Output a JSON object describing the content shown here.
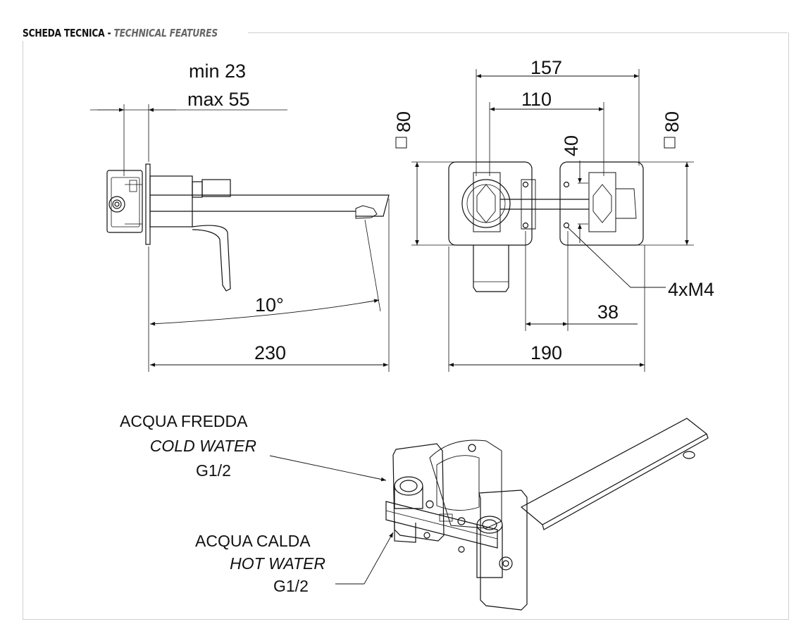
{
  "header": {
    "title_it": "SCHEDA TECNICA",
    "separator": "-",
    "title_en": "TECHNICAL FEATURES"
  },
  "side_view": {
    "wall_min": "min 23",
    "wall_max": "max 55",
    "angle": "10°",
    "length": "230"
  },
  "front_view": {
    "width_overall": "157",
    "width_inner": "110",
    "plate_left": "80",
    "plate_right": "80",
    "offset": "40",
    "screws": "4xM4",
    "spacing": "38",
    "width_total": "190"
  },
  "labels": {
    "cold_it": "ACQUA FREDDA",
    "cold_en": "COLD WATER",
    "cold_thread": "G1/2",
    "hot_it": "ACQUA CALDA",
    "hot_en": "HOT WATER",
    "hot_thread": "G1/2"
  },
  "colors": {
    "line": "#111111",
    "frame": "#cfcfcf",
    "header_en": "#666666"
  }
}
